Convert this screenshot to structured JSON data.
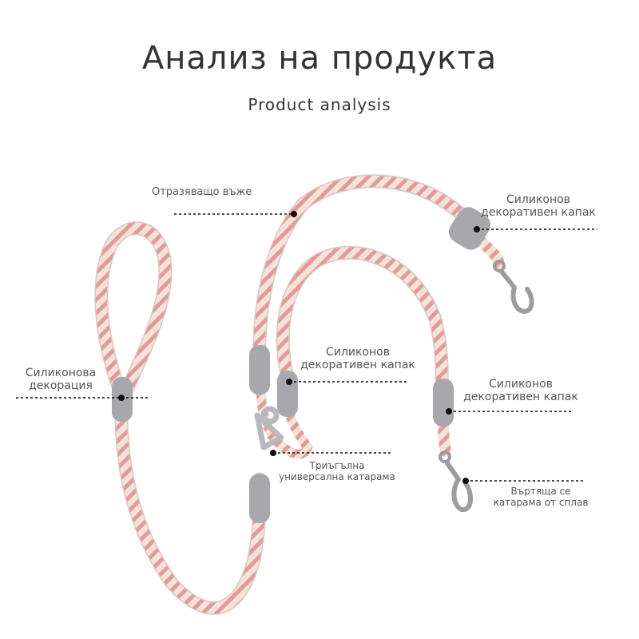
{
  "header": {
    "title": "Анализ на продукта",
    "subtitle": "Product analysis"
  },
  "callouts": {
    "reflective_rope": "Отразяващо въже",
    "cap_top_right": [
      "Силиконов",
      "декоративен капак"
    ],
    "silicone_decoration": [
      "Силиконова",
      "декорация"
    ],
    "cap_center": [
      "Силиконов",
      "декоративен капак"
    ],
    "cap_lower_right": [
      "Силиконов",
      "декоративен капак"
    ],
    "triangle_buckle": [
      "Триъгълна",
      "универсална катарама"
    ],
    "swivel_buckle": [
      "Въртяща се",
      "катарама от сплав"
    ]
  },
  "colors": {
    "rope_base": "#f3e3da",
    "rope_stripe": "#e59a9a",
    "silicone": "#a8a8ac",
    "metal": "#b9b9bd",
    "text": "#333333",
    "leader_line": "#111111"
  }
}
